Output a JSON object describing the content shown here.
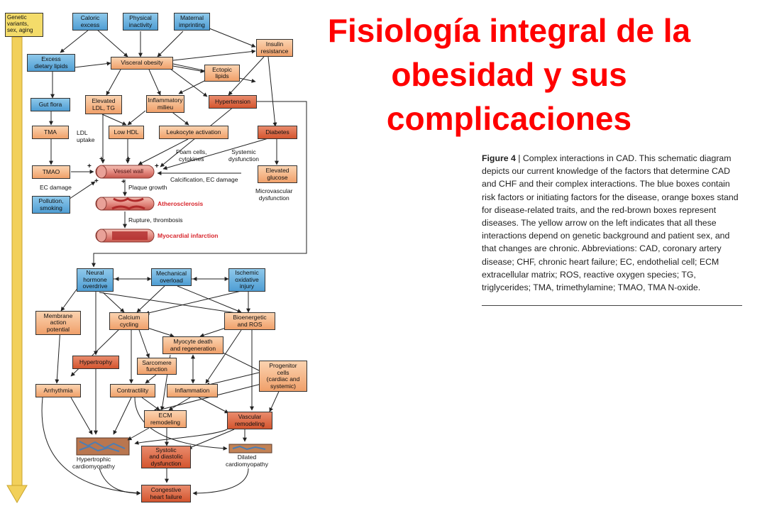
{
  "title": "Fisiología integral de la\nobesidad y sus\ncomplicaciones",
  "figure": {
    "label": "Figure 4",
    "separator": " | ",
    "caption": "Complex interactions in CAD. This schematic diagram depicts our current knowledge of the factors that determine CAD and CHF and their complex interactions. The blue boxes contain risk factors or initiating factors for the disease, orange boxes stand for disease-related traits, and the red-brown boxes represent diseases. The yellow arrow on the left indicates that all these interactions depend on genetic background and patient sex, and that changes are chronic. Abbreviations: CAD, coronary artery disease; CHF, chronic heart failure; EC, endothelial cell; ECM extracellular matrix; ROS, reactive oxygen species; TG, triglycerides; TMA, trimethylamine; TMAO, TMA N-oxide."
  },
  "diagram": {
    "genetic": "Genetic\nvariants,\nsex, aging",
    "blue_boxes": {
      "caloric_excess": "Caloric\nexcess",
      "physical_inactivity": "Physical\ninactivity",
      "maternal_imprinting": "Maternal\nimprinting",
      "excess_dietary_lipids": "Excess\ndietary lipids",
      "gut_flora": "Gut flora",
      "pollution_smoking": "Pollution,\nsmoking",
      "neural_hormone_overdrive": "Neural\nhormone\noverdrive",
      "mechanical_overload": "Mechanical\noverload",
      "ischemic_oxidative_injury": "Ischemic\noxidative\ninjury"
    },
    "orange_boxes": {
      "insulin_resistance": "Insulin\nresistance",
      "visceral_obesity": "Visceral obesity",
      "ectopic_lipids": "Ectopic\nlipids",
      "elevated_ldl_tg": "Elevated\nLDL, TG",
      "inflammatory_milieu": "Inflammatory\nmilieu",
      "tma": "TMA",
      "low_hdl": "Low HDL",
      "leukocyte_activation": "Leukocyte activation",
      "tmao": "TMAO",
      "elevated_glucose": "Elevated\nglucose",
      "membrane_action_potential": "Membrane\naction\npotential",
      "calcium_cycling": "Calcium\ncycling",
      "bioenergetic_ros": "Bioenergetic\nand ROS",
      "myocyte_death": "Myocyte death\nand regeneration",
      "sarcomere_function": "Sarcomere\nfunction",
      "progenitor_cells": "Progenitor\ncells\n(cardiac and\nsystemic)",
      "arrhythmia": "Arrhythmia",
      "contractility": "Contractility",
      "inflammation": "Inflammation",
      "ecm_remodeling": "ECM\nremodeling"
    },
    "red_boxes": {
      "hypertension": "Hypertension",
      "diabetes": "Diabetes",
      "hypertrophy": "Hypertrophy",
      "vascular_remodeling": "Vascular\nremodeling",
      "systolic_diastolic": "Systolic\nand diastolic\ndysfunction",
      "congestive_heart_failure": "Congestive\nheart failure"
    },
    "vessel": {
      "vessel_wall": "Vessel wall",
      "atherosclerosis": "Atherosclerosis",
      "myocardial_infarction": "Myocardial infarction"
    },
    "labels": {
      "ldl_uptake": "LDL\nuptake",
      "foam_cells": "Foam cells,\ncytokines",
      "systemic_dysfunction": "Systemic\ndysfunction",
      "ec_damage": "EC damage",
      "calcification": "Calcification, EC damage",
      "microvascular": "Microvascular\ndysfunction",
      "plaque_growth": "Plaque growth",
      "rupture": "Rupture, thrombosis",
      "hypertrophic_cm": "Hypertrophic\ncardiomyopathy",
      "dilated_cm": "Dilated\ncardiomyopathy",
      "plus": "+"
    },
    "colors": {
      "blue_box": "#5aa6da",
      "orange_box": "#f4b384",
      "red_box": "#d9603a",
      "yellow_arrow": "#f2d05a",
      "title_red": "#ff0000",
      "disease_red": "#d8262d"
    }
  }
}
